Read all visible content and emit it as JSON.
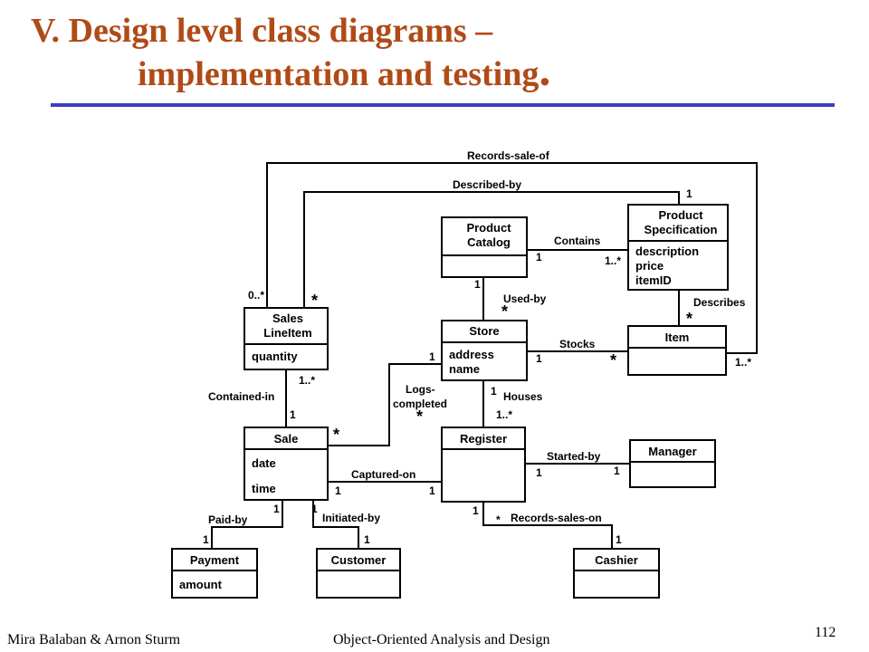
{
  "slide": {
    "title_line1": "V. Design level class diagrams –",
    "title_line2": "implementation and testing",
    "title_period": ".",
    "footer_left": "Mira Balaban  & Arnon Sturm",
    "footer_center": "Object-Oriented Analysis and Design",
    "page_number": "112",
    "title_color": "#b04a17",
    "rule_color": "#3b3fc1"
  },
  "diagram": {
    "classes": {
      "sales_line_item": {
        "name1": "Sales",
        "name2": "LineItem",
        "attr1": "quantity"
      },
      "sale": {
        "name": "Sale",
        "attr1": "date",
        "attr2": "time"
      },
      "payment": {
        "name": "Payment",
        "attr1": "amount"
      },
      "customer": {
        "name": "Customer"
      },
      "store": {
        "name": "Store",
        "attr1": "address",
        "attr2": "name"
      },
      "product_catalog": {
        "name1": "Product",
        "name2": "Catalog"
      },
      "product_specification": {
        "name1": "Product",
        "name2": "Specification",
        "attr1": "description",
        "attr2": "price",
        "attr3": "itemID"
      },
      "item": {
        "name": "Item"
      },
      "register": {
        "name": "Register"
      },
      "manager": {
        "name": "Manager"
      },
      "cashier": {
        "name": "Cashier"
      }
    },
    "associations": {
      "records_sale_of": "Records-sale-of",
      "described_by": "Described-by",
      "contains": "Contains",
      "used_by": "Used-by",
      "describes": "Describes",
      "stocks": "Stocks",
      "logs_completed_1": "Logs-",
      "logs_completed_2": "completed",
      "houses": "Houses",
      "contained_in": "Contained-in",
      "captured_on": "Captured-on",
      "started_by": "Started-by",
      "paid_by": "Paid-by",
      "initiated_by": "Initiated-by",
      "records_sales_on": "Records-sales-on"
    },
    "multiplicities": {
      "one": "1",
      "many": "*",
      "one_or_more": "1..*",
      "zero_or_more_partial": "0..*"
    }
  }
}
